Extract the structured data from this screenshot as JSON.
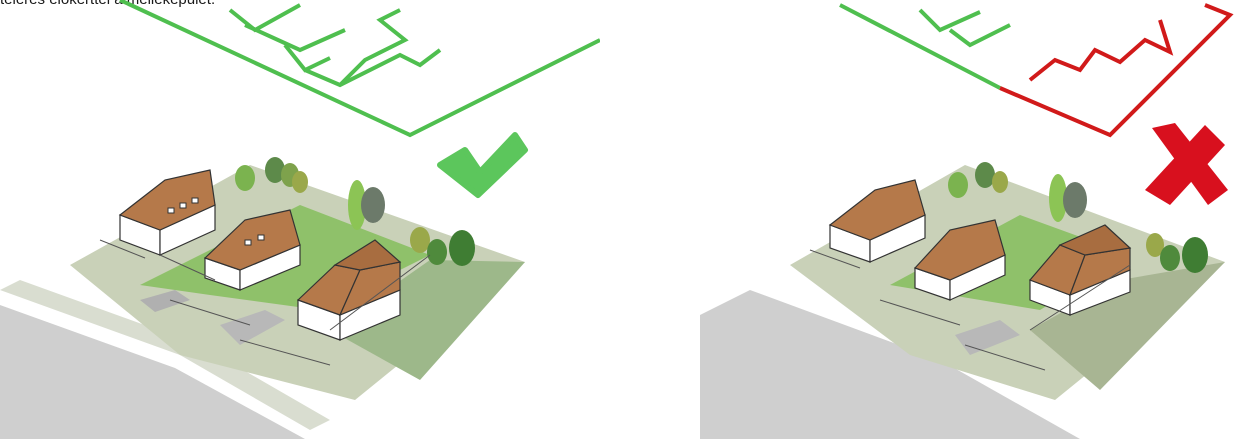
{
  "caption": "teleres előkerttel a melléképület.",
  "panels": [
    {
      "verdict": "correct",
      "verdict_icon": "checkmark-icon",
      "plan_color": "#4fbf4f"
    },
    {
      "verdict": "incorrect",
      "verdict_icon": "cross-icon",
      "plan_color": "#d11a1a"
    }
  ],
  "colors": {
    "plan_green": "#4fbf4f",
    "plan_red": "#d11a1a",
    "check_green": "#5cc65c",
    "cross_red": "#d8101e",
    "roof": "#b5794a",
    "lawn": "#8fc16a",
    "ground": "#c9d1b8",
    "road": "#cfcfcf"
  }
}
